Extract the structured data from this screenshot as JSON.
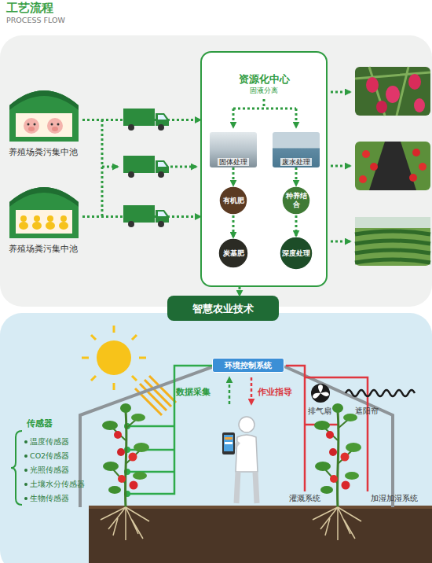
{
  "diagram": {
    "title": "工艺流程",
    "nodes": [
      {
        "text": [
          "养殖场粪污集中池"
        ]
      },
      {
        "text": [
          "养殖场粪污集中池"
        ]
      },
      {
        "text": [
          "资源化中心",
          "固液分离"
        ]
      },
      {
        "text": [
          "固体处理"
        ],
        "in": 2
      },
      {
        "text": [
          "废水处理"
        ],
        "in": 2
      },
      {
        "text": [
          "有机肥"
        ],
        "in": 2
      },
      {
        "text": [
          "种养结合"
        ],
        "in": 2
      },
      {
        "text": [
          "炭基肥"
        ],
        "in": 2
      },
      {
        "text": [
          "深度处理"
        ],
        "in": 2
      },
      {
        "text": [
          "智慧农业技术"
        ]
      },
      {
        "text": [
          "环境控制系统"
        ]
      }
    ],
    "edges": [
      {
        "from": 0,
        "to": 2,
        "arrow": "to"
      },
      {
        "from": 1,
        "to": 2,
        "arrow": "to"
      },
      {
        "from": 3,
        "to": 5,
        "arrow": "to"
      },
      {
        "from": 5,
        "to": 7,
        "arrow": "to"
      },
      {
        "from": 4,
        "to": 6,
        "arrow": "to"
      },
      {
        "from": 6,
        "to": 8,
        "arrow": "to"
      },
      {
        "from": 2,
        "to": 9,
        "arrow": "to"
      }
    ],
    "labels": [
      "PROCESS FLOW",
      "数据采集",
      "作业指导",
      "传感器",
      "温度传感器",
      "CO2传感器",
      "光照传感器",
      "土壤水分传感器",
      "生物传感器",
      "排气扇",
      "遮阳帘",
      "灌溉系统",
      "加湿加湿系统"
    ]
  }
}
